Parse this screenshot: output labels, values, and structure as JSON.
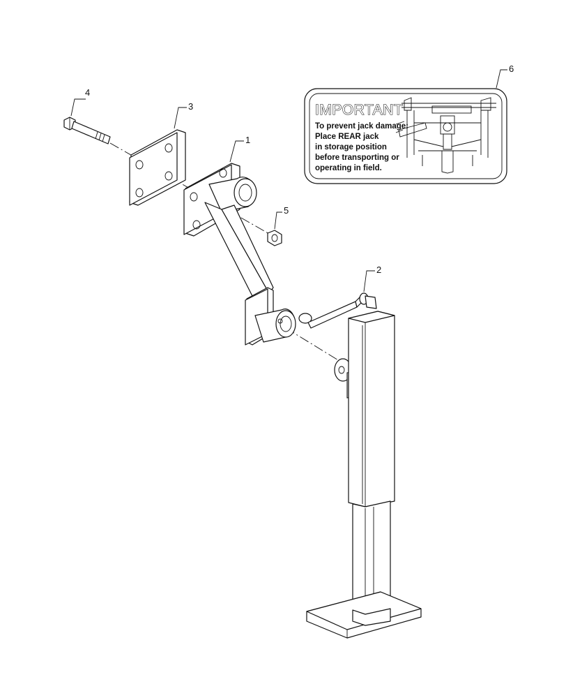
{
  "callouts": [
    {
      "id": "1",
      "label": "1"
    },
    {
      "id": "2",
      "label": "2"
    },
    {
      "id": "3",
      "label": "3"
    },
    {
      "id": "4",
      "label": "4"
    },
    {
      "id": "5",
      "label": "5"
    },
    {
      "id": "6",
      "label": "6"
    }
  ],
  "decal": {
    "title": "IMPORTANT",
    "lines": [
      "To prevent jack damage:",
      "Place REAR jack",
      "in storage position",
      "before transporting or",
      "operating in field."
    ]
  }
}
